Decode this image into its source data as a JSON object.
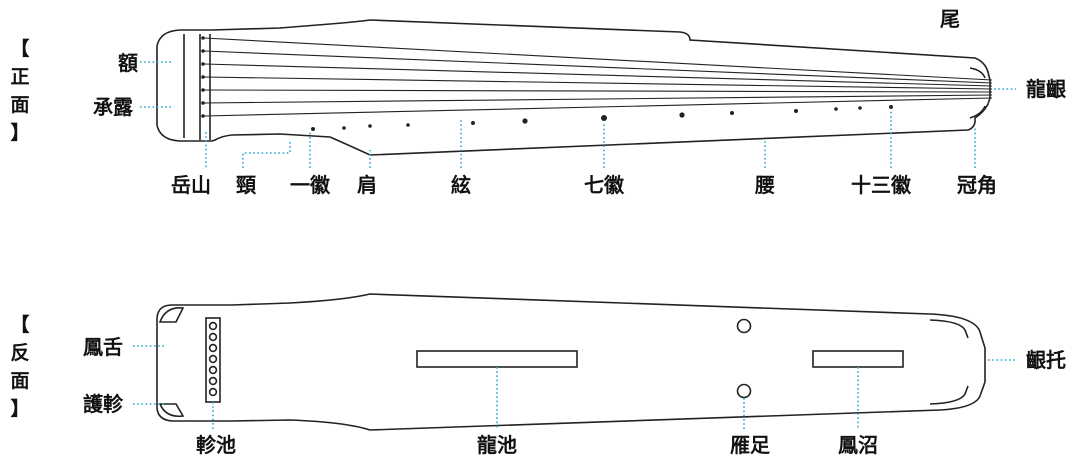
{
  "front": {
    "side_label": [
      "【",
      "正",
      "面",
      "】"
    ],
    "labels": {
      "e": "額",
      "chenglu": "承露",
      "yueshan": "岳山",
      "jing": "頸",
      "yihui": "一徽",
      "jian": "肩",
      "xian": "絃",
      "qihui": "七徽",
      "yao": "腰",
      "shisanhui": "十三徽",
      "guanjiao": "冠角",
      "wei": "尾",
      "longyin": "龍齦"
    }
  },
  "back": {
    "side_label": [
      "【",
      "反",
      "面",
      "】"
    ],
    "labels": {
      "fengshe": "鳳舌",
      "huzhen": "護軫",
      "zhenchi": "軫池",
      "longchi": "龍池",
      "yanzu": "雁足",
      "fengzhao": "鳳沼",
      "yintuo": "齦托"
    }
  },
  "colors": {
    "outline": "#222222",
    "leader": "#29a8d6",
    "text": "#111111"
  }
}
